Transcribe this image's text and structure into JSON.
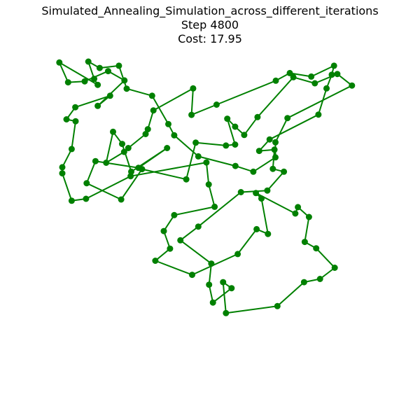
{
  "chart_data": {
    "type": "line",
    "title": "Simulated_Annealing_Simulation_across_different_iterations",
    "subtitle_lines": [
      "Step 4800",
      "Cost: 17.95"
    ],
    "xlabel": "",
    "ylabel": "",
    "axes_visible": false,
    "grid": false,
    "color": "#008000",
    "xlim": [
      0,
      1
    ],
    "ylim": [
      0,
      1
    ],
    "series": [
      {
        "marker": "circle",
        "closed": true,
        "x": [
          0.242,
          0.352,
          0.264,
          0.132,
          0.105,
          0.211,
          0.275,
          0.411,
          0.44,
          0.533,
          0.561,
          0.537,
          0.561,
          0.589,
          0.63,
          0.74,
          0.806,
          0.875,
          0.92,
          0.722,
          0.685,
          0.685,
          0.617,
          0.562,
          0.448,
          0.374,
          0.356,
          0.306,
          0.228,
          0.204,
          0.145,
          0.11,
          0.128,
          0.139,
          0.021,
          0.048,
          0.099,
          0.171,
          0.221,
          0.139,
          0.177,
          0.07,
          0.043,
          0.071,
          0.059,
          0.03,
          0.03,
          0.059,
          0.103,
          0.24,
          0.473,
          0.48,
          0.498,
          0.374,
          0.342,
          0.361,
          0.316,
          0.429,
          0.569,
          0.627,
          0.662,
          0.642,
          0.625,
          0.746,
          0.754,
          0.788,
          0.775,
          0.81,
          0.867,
          0.822,
          0.773,
          0.691,
          0.533,
          0.524,
          0.55,
          0.493,
          0.481,
          0.488,
          0.393,
          0.448,
          0.579,
          0.66,
          0.711,
          0.677,
          0.682,
          0.635,
          0.667,
          0.817,
          0.842,
          0.858,
          0.865,
          0.795,
          0.729,
          0.686,
          0.504,
          0.427,
          0.432,
          0.31,
          0.293,
          0.286,
          0.233,
          0.22,
          0.165,
          0.186,
          0.214
        ],
        "y": [
          0.62,
          0.694,
          0.632,
          0.653,
          0.584,
          0.533,
          0.628,
          0.596,
          0.711,
          0.702,
          0.705,
          0.786,
          0.761,
          0.735,
          0.791,
          0.916,
          0.897,
          0.926,
          0.89,
          0.788,
          0.712,
          0.665,
          0.62,
          0.638,
          0.668,
          0.734,
          0.769,
          0.858,
          0.88,
          0.952,
          0.945,
          0.965,
          0.911,
          0.892,
          0.962,
          0.9,
          0.903,
          0.935,
          0.906,
          0.826,
          0.858,
          0.822,
          0.784,
          0.778,
          0.691,
          0.634,
          0.615,
          0.529,
          0.535,
          0.606,
          0.649,
          0.58,
          0.51,
          0.484,
          0.434,
          0.379,
          0.341,
          0.297,
          0.362,
          0.44,
          0.425,
          0.536,
          0.553,
          0.489,
          0.509,
          0.478,
          0.4,
          0.38,
          0.319,
          0.284,
          0.274,
          0.199,
          0.177,
          0.274,
          0.255,
          0.21,
          0.266,
          0.332,
          0.405,
          0.448,
          0.556,
          0.561,
          0.62,
          0.629,
          0.689,
          0.685,
          0.721,
          0.799,
          0.881,
          0.924,
          0.952,
          0.918,
          0.929,
          0.905,
          0.83,
          0.798,
          0.881,
          0.812,
          0.753,
          0.738,
          0.694,
          0.682,
          0.648,
          0.745,
          0.707
        ]
      }
    ]
  }
}
